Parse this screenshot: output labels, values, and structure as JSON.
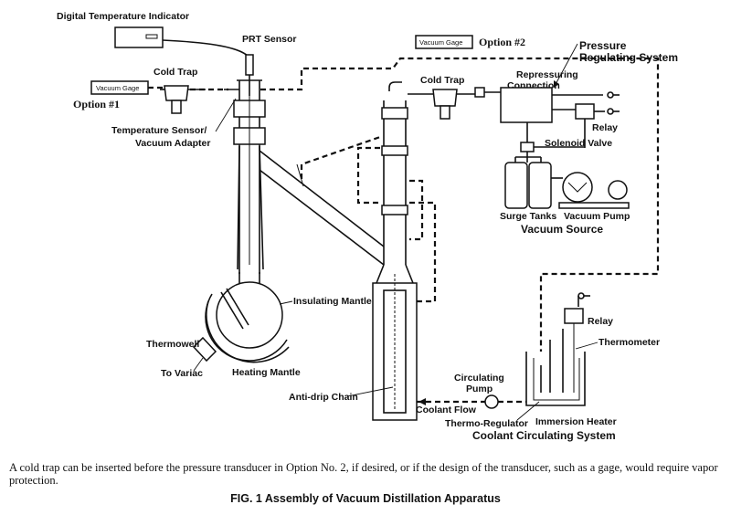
{
  "labels": {
    "digital_temp_indicator": "Digital Temperature Indicator",
    "prt_sensor": "PRT Sensor",
    "cold_trap_1": "Cold Trap",
    "vacuum_gage_1": "Vacuum Gage",
    "option_1": "Option #1",
    "temp_sensor_line1": "Temperature Sensor/",
    "temp_sensor_line2": "Vacuum Adapter",
    "vacuum_gage_2": "Vacuum Gage",
    "option_2": "Option #2",
    "pressure_reg_line1": "Pressure",
    "pressure_reg_line2": "Regulating System",
    "cold_trap_2": "Cold Trap",
    "repressuring_line1": "Repressuring",
    "repressuring_line2": "Connection",
    "relay_top": "Relay",
    "solenoid_valve": "Solenoid Valve",
    "surge_tanks": "Surge Tanks",
    "vacuum_pump": "Vacuum Pump",
    "vacuum_source": "Vacuum Source",
    "insulating_mantle": "Insulating Mantle",
    "thermowell": "Thermowell",
    "to_variac": "To Variac",
    "heating_mantle": "Heating Mantle",
    "relay_bottom": "Relay",
    "thermometer": "Thermometer",
    "circulating_pump_line1": "Circulating",
    "circulating_pump_line2": "Pump",
    "anti_drip_chain": "Anti-drip Chain",
    "coolant_flow": "Coolant Flow",
    "thermo_regulator": "Thermo-Regulator",
    "immersion_heater": "Immersion Heater",
    "coolant_circ_system": "Coolant Circulating System"
  },
  "note": "A cold trap can be inserted before the pressure transducer in Option No. 2, if desired, or if the design of the transducer, such as a gage, would require vapor protection.",
  "caption": "FIG. 1 Assembly of Vacuum Distillation Apparatus"
}
